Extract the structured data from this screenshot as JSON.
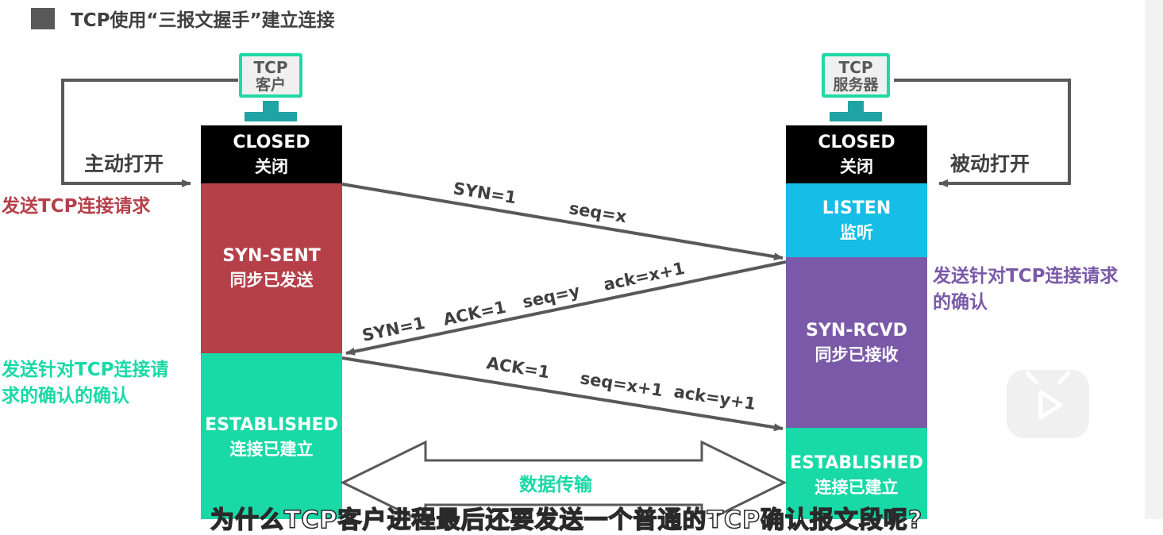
{
  "title": "TCP使用“三报文握手”建立连接",
  "client": {
    "monitor_line1": "TCP",
    "monitor_line2": "客户",
    "open_label": "主动打开",
    "states": [
      {
        "en": "CLOSED",
        "zh": "关闭",
        "color": "#000000"
      },
      {
        "en": "SYN-SENT",
        "zh": "同步已发送",
        "color": "#b5404a"
      },
      {
        "en": "ESTABLISHED",
        "zh": "连接已建立",
        "color": "#19d9a6"
      }
    ]
  },
  "server": {
    "monitor_line1": "TCP",
    "monitor_line2": "服务器",
    "open_label": "被动打开",
    "states": [
      {
        "en": "CLOSED",
        "zh": "关闭",
        "color": "#000000"
      },
      {
        "en": "LISTEN",
        "zh": "监听",
        "color": "#16bde6"
      },
      {
        "en": "SYN-RCVD",
        "zh": "同步已接收",
        "color": "#7a5aa8"
      },
      {
        "en": "ESTABLISHED",
        "zh": "连接已建立",
        "color": "#19d9a6"
      }
    ]
  },
  "annotations": {
    "send_request": {
      "text": "发送TCP连接请求",
      "color": "#b5404a"
    },
    "ack_request": {
      "line1": "发送针对TCP连接请求",
      "line2": "的确认",
      "color": "#7a5aa8"
    },
    "ack_of_ack": {
      "line1": "发送针对TCP连接请",
      "line2": "求的确认的确认",
      "color": "#19d9a6"
    }
  },
  "segments": {
    "first": {
      "syn": "SYN=1",
      "seq": "seq=x"
    },
    "second": {
      "syn": "SYN=1",
      "ack_flag": "ACK=1",
      "seq": "seq=y",
      "ack": "ack=x+1"
    },
    "third": {
      "ack_flag": "ACK=1",
      "seq": "seq=x+1",
      "ack": "ack=y+1"
    }
  },
  "data_transfer_label": "数据传输",
  "subtitle": "为什么TCP客户进程最后还要发送一个普通的TCP确认报文段呢?",
  "colors": {
    "arrow": "#595959",
    "data_label": "#19d9a6"
  }
}
